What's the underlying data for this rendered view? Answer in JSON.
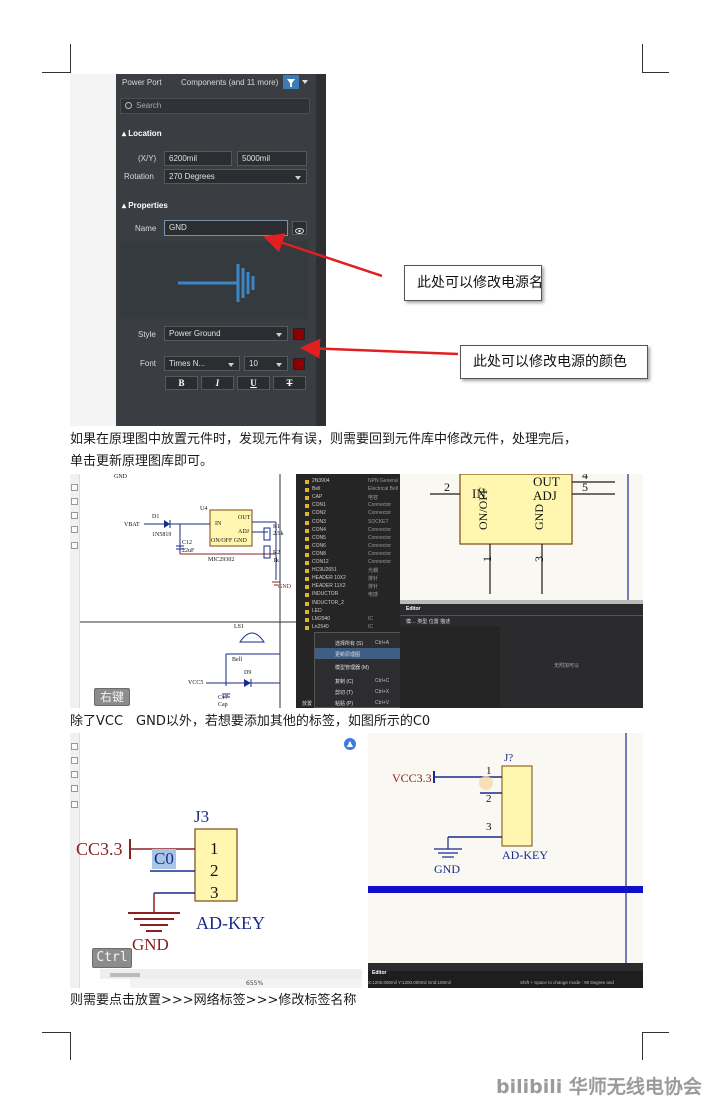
{
  "panel": {
    "title": "Power Port",
    "filter_label": "Components (and 11 more)",
    "search_placeholder": "Search",
    "location_header": "Location",
    "xy_label": "(X/Y)",
    "x_value": "6200mil",
    "y_value": "5000mil",
    "rotation_label": "Rotation",
    "rotation_value": "270 Degrees",
    "properties_header": "Properties",
    "name_label": "Name",
    "name_value": "GND",
    "style_label": "Style",
    "style_value": "Power Ground",
    "font_label": "Font",
    "font_value": "Times N...",
    "font_size": "10",
    "bold_label": "B",
    "italic_label": "I",
    "underline_label": "U",
    "strike_label": "T",
    "color_swatch": "#8b0000"
  },
  "callouts": {
    "rename": "此处可以修改电源名称",
    "recolor": "此处可以修改电源的颜色"
  },
  "paragraphs": {
    "p1_line1": "如果在原理图中放置元件时，发现元件有误，则需要回到元件库中修改元件，处理完后，",
    "p1_line2": "单击更新原理图库即可。",
    "p2": "除了VCC　GND以外，若想要添加其他的标签，如图所示的C0",
    "p3": "则需要点击放置>>>网络标签>>>修改标签名称"
  },
  "shot2": {
    "gnd_top": "GND",
    "u_label": "U4",
    "vbat": "VBAT",
    "d1": "D1",
    "diode_part": "1N5819",
    "c12": "C12",
    "c12_val": "22uF",
    "in_label": "IN",
    "out_label": "OUT",
    "adj_label": "ADJ",
    "onoff_label": "ON/OFF GND",
    "ic_part": "MIC29302",
    "r1": "R1",
    "r1_val": "2.9k",
    "r2": "R2",
    "r2_val": "1k",
    "gnd_mid": "GND",
    "ls1": "LS1",
    "bell": "Bell",
    "d9": "D9",
    "vcc5": "VCC5",
    "c17": "C17",
    "cap": "Cap",
    "right_click_badge": "右键",
    "zoom_out": "OUT",
    "zoom_adj": "ADJ",
    "zoom_in": "IN",
    "zoom_onoff": "ON/OFF",
    "zoom_gnd": "GND",
    "pin_2": "2",
    "pin_4": "4",
    "pin_5": "5",
    "pin_1": "1",
    "pin_3": "3",
    "library": [
      {
        "name": "2N3904",
        "desc": "NPN General"
      },
      {
        "name": "Bell",
        "desc": "Electrical Bell"
      },
      {
        "name": "CAP",
        "desc": "电容"
      },
      {
        "name": "CON1",
        "desc": "Connector"
      },
      {
        "name": "CON2",
        "desc": "Connector"
      },
      {
        "name": "CON3",
        "desc": "SOCKET"
      },
      {
        "name": "CON4",
        "desc": "Connector"
      },
      {
        "name": "CON5",
        "desc": "Connector"
      },
      {
        "name": "CON6",
        "desc": "Connector"
      },
      {
        "name": "CON8",
        "desc": "Connector"
      },
      {
        "name": "CON12",
        "desc": "Connector"
      },
      {
        "name": "HC9U2651",
        "desc": "光耦"
      },
      {
        "name": "HEADER 10X2",
        "desc": "排针"
      },
      {
        "name": "HEADER 11X2",
        "desc": "排针"
      },
      {
        "name": "INDUCTOR",
        "desc": "电感"
      },
      {
        "name": "INDUCTOR_2",
        "desc": ""
      },
      {
        "name": "LED",
        "desc": ""
      },
      {
        "name": "LM2940",
        "desc": "IC"
      },
      {
        "name": "Ln2540",
        "desc": "IC"
      }
    ],
    "menu": [
      {
        "label": "选择所有 (S)",
        "key": "Ctrl+A"
      },
      {
        "label": "更新原理图",
        "key": ""
      },
      {
        "label": "模型管理器 (M)",
        "key": ""
      },
      {
        "label": "复制 (C)",
        "key": "Ctrl+C"
      },
      {
        "label": "剪切 (T)",
        "key": "Ctrl+X"
      },
      {
        "label": "粘贴 (P)",
        "key": "Ctrl+V"
      }
    ],
    "editor_tab": "Editor",
    "editor_cols": "模…  类型  位置  描述",
    "editor_empty": "无附加可以",
    "bottom_tab": "放置"
  },
  "shot3a": {
    "designator": "J3",
    "power": "CC3.3",
    "net": "C0",
    "pin1": "1",
    "pin2": "2",
    "pin3": "3",
    "part": "AD-KEY",
    "gnd": "GND",
    "key_badge": "Ctrl",
    "zoom": "655%"
  },
  "shot3b": {
    "designator": "J?",
    "power": "VCC3.3",
    "pin1": "1",
    "pin2": "2",
    "pin3": "3",
    "part": "AD-KEY",
    "gnd": "GND",
    "editor_tab": "Editor",
    "status_left": "X:1200.000mil Y:1200.000mil    Grid:100mil",
    "status_right": "Shift + Space to change mode : 90 Degree and"
  },
  "watermark": "bilibili 华师无线电协会"
}
